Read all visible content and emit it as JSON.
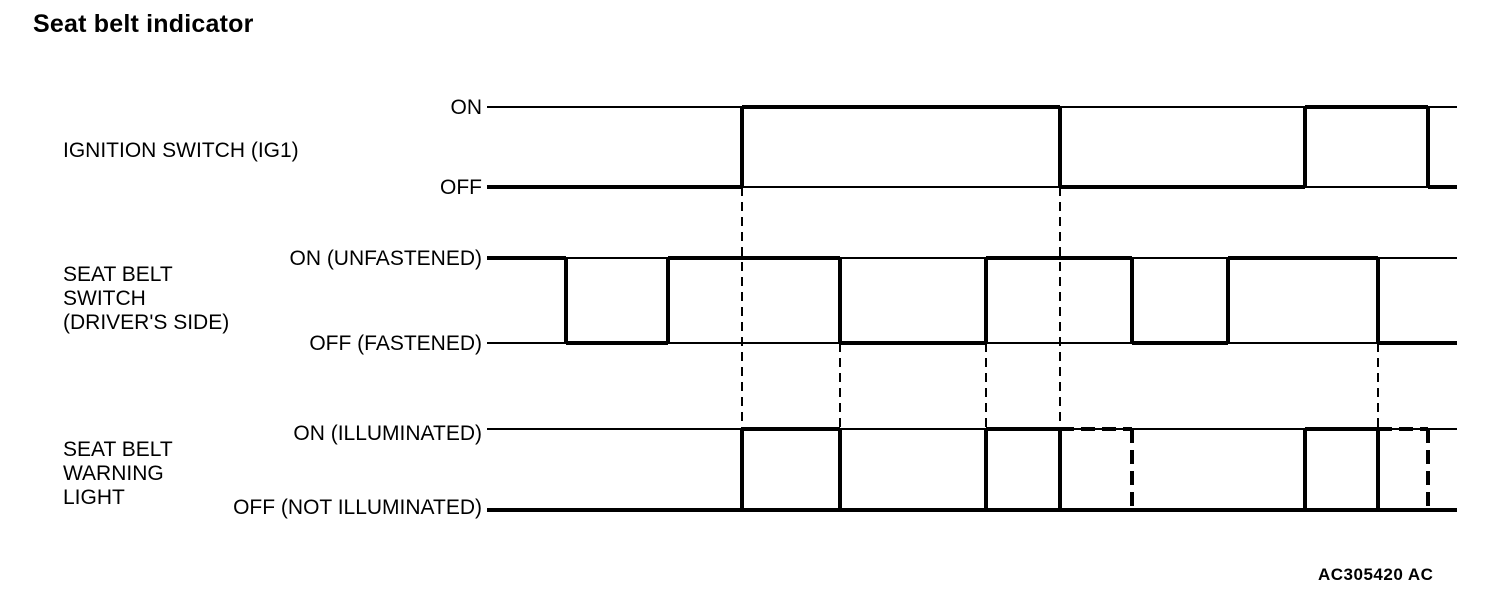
{
  "title": "Seat belt indicator",
  "figure_code": "AC305420 AC",
  "diagram_style": {
    "line_color": "#000000",
    "background": "#ffffff"
  },
  "signals_meta": {
    "ignition": {
      "label": "IGNITION SWITCH (IG1)",
      "high_label": "ON",
      "low_label": "OFF"
    },
    "belt_switch": {
      "label_lines": [
        "SEAT BELT",
        "SWITCH",
        "(DRIVER'S SIDE)"
      ],
      "high_label": "ON (UNFASTENED)",
      "low_label": "OFF (FASTENED)"
    },
    "warning_light": {
      "label_lines": [
        "SEAT BELT",
        "WARNING",
        "LIGHT"
      ],
      "high_label": "ON (ILLUMINATED)",
      "low_label": "OFF (NOT ILLUMINATED)"
    }
  },
  "chart_data": {
    "type": "timing",
    "x_range": [
      487,
      1457
    ],
    "signals": [
      {
        "name": "IGNITION SWITCH (IG1)",
        "high_label": "ON",
        "low_label": "OFF",
        "high_y": 107,
        "low_y": 187,
        "initial": "low",
        "edges": [
          742,
          1060,
          1305,
          1428
        ]
      },
      {
        "name": "SEAT BELT SWITCH (DRIVER'S SIDE)",
        "high_label": "ON (UNFASTENED)",
        "low_label": "OFF (FASTENED)",
        "high_y": 258,
        "low_y": 343,
        "initial": "high",
        "edges": [
          566,
          668,
          840,
          986,
          1132,
          1228,
          1378
        ]
      },
      {
        "name": "SEAT BELT WARNING LIGHT",
        "high_label": "ON (ILLUMINATED)",
        "low_label": "OFF (NOT ILLUMINATED)",
        "high_y": 429,
        "low_y": 510,
        "initial": "low",
        "off_line_full_width": true,
        "solid_pulses": [
          [
            742,
            840
          ],
          [
            986,
            1060
          ],
          [
            1305,
            1378
          ]
        ],
        "dashed_extensions": [
          [
            1060,
            1132
          ],
          [
            1378,
            1428
          ]
        ]
      }
    ],
    "connectors_dashed": [
      [
        742,
        187,
        429
      ],
      [
        840,
        343,
        429
      ],
      [
        986,
        343,
        429
      ],
      [
        1060,
        187,
        429
      ],
      [
        1378,
        343,
        429
      ]
    ]
  }
}
